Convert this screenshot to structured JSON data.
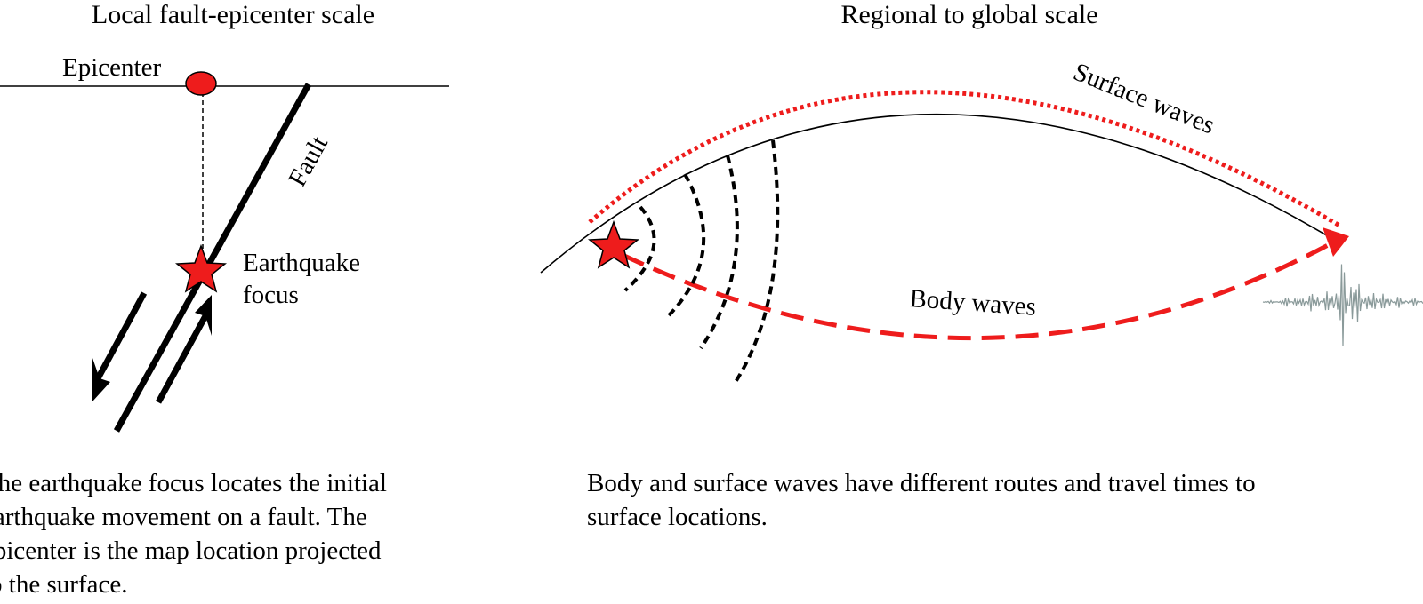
{
  "colors": {
    "quake_red": "#ee1c1c",
    "ink": "#000000",
    "seismogram": "#8a9a9a"
  },
  "local_panel": {
    "title": "Local fault-epicenter scale",
    "epicenter_label": "Epicenter",
    "fault_label": "Fault",
    "focus_label_line1": "Earthquake",
    "focus_label_line2": "focus",
    "caption": "The earthquake focus locates the initial\nearthquake movement on a fault.  The\nepicenter is the map location projected\nto the surface."
  },
  "regional_panel": {
    "title": "Regional to global scale",
    "surface_waves_label": "Surface waves",
    "body_waves_label": "Body waves",
    "caption": "Body and surface waves have different routes and travel times to\nsurface locations."
  }
}
